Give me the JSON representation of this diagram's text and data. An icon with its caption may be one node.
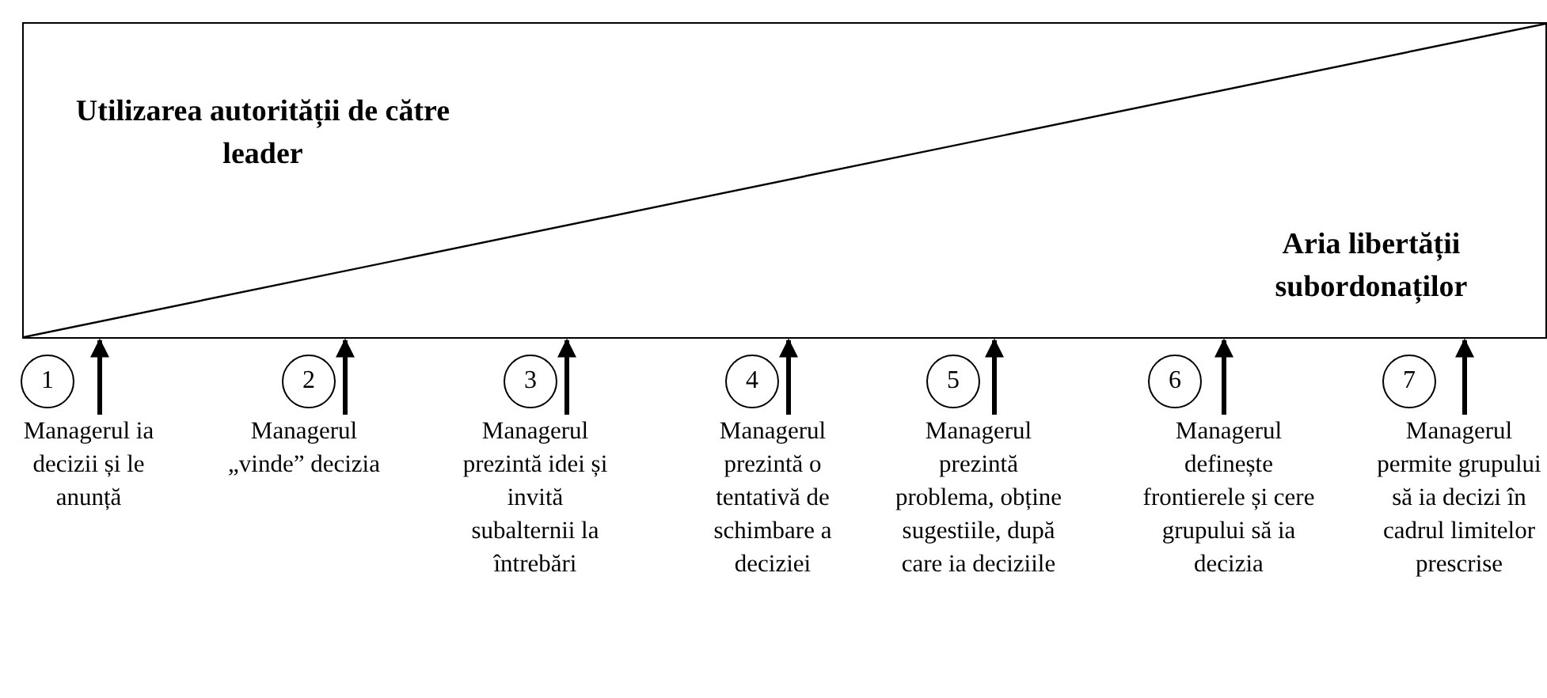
{
  "diagram": {
    "nodes": [
      {
        "text": [
          "Utilizarea autorității de către leader",
          "Aria libertății subordonaților"
        ]
      },
      {
        "text": [
          "1"
        ]
      },
      {
        "text": [
          "Managerul ia decizii și le anunță"
        ]
      },
      {
        "text": [
          "2"
        ]
      },
      {
        "text": [
          "Managerul „vinde” decizia"
        ]
      },
      {
        "text": [
          "3"
        ]
      },
      {
        "text": [
          "Managerul prezintă idei și invită subalternii la întrebări"
        ]
      },
      {
        "text": [
          "4"
        ]
      },
      {
        "text": [
          "Managerul prezintă o tentativă de schimbare a deciziei"
        ]
      },
      {
        "text": [
          "5"
        ]
      },
      {
        "text": [
          "Managerul prezintă problema, obține sugestiile, după care ia deciziile"
        ]
      },
      {
        "text": [
          "6"
        ]
      },
      {
        "text": [
          "Managerul definește frontierele și cere grupului să ia decizia"
        ]
      },
      {
        "text": [
          "7"
        ]
      },
      {
        "text": [
          "Managerul permite grupului să ia decizi în cadrul limitelor prescrise"
        ]
      }
    ],
    "edges": [
      {
        "from": 2,
        "to": 0,
        "arrow": "to"
      },
      {
        "from": 4,
        "to": 0,
        "arrow": "to"
      },
      {
        "from": 6,
        "to": 0,
        "arrow": "to"
      },
      {
        "from": 8,
        "to": 0,
        "arrow": "to"
      },
      {
        "from": 10,
        "to": 0,
        "arrow": "to"
      },
      {
        "from": 12,
        "to": 0,
        "arrow": "to"
      },
      {
        "from": 14,
        "to": 0,
        "arrow": "to"
      }
    ]
  }
}
